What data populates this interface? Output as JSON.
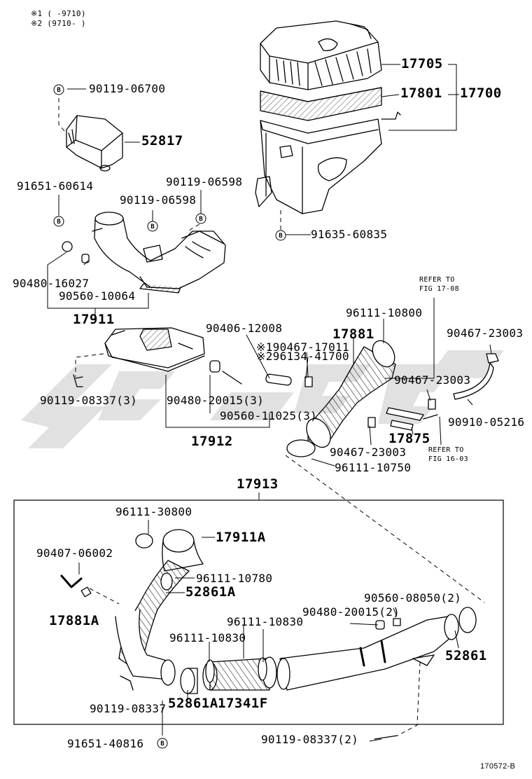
{
  "notes": {
    "note1": "※1 (    -9710)",
    "note2": "※2 (9710-    )"
  },
  "figure_code": "170572-B",
  "bolt_marker": "B",
  "refs": {
    "fig_17_08_line1": "REFER TO",
    "fig_17_08_line2": "FIG 17-08",
    "fig_16_03_line1": "REFER TO",
    "fig_16_03_line2": "FIG 16-03"
  },
  "parts": {
    "p17705": "17705",
    "p17801": "17801",
    "p17700": "17700",
    "p90119_06700": "90119-06700",
    "p52817": "52817",
    "p91651_60614": "91651-60614",
    "p90119_06598a": "90119-06598",
    "p90119_06598b": "90119-06598",
    "p91635_60835": "91635-60835",
    "p90480_16027": "90480-16027",
    "p90560_10064": "90560-10064",
    "p17911": "17911",
    "p96111_10800": "96111-10800",
    "p17881": "17881",
    "p90467_23003a": "90467-23003",
    "p90406_12008": "90406-12008",
    "p90467_17011": "※190467-17011",
    "p96134_41700": "※296134-41700",
    "p90467_23003b": "90467-23003",
    "p90119_08337_3": "90119-08337(3)",
    "p90480_20015_3": "90480-20015(3)",
    "p90560_11025_3": "90560-11025(3)",
    "p90910_05216": "90910-05216",
    "p17912": "17912",
    "p17875": "17875",
    "p90467_23003c": "90467-23003",
    "p96111_10750": "96111-10750",
    "p17913": "17913",
    "p96111_30800": "96111-30800",
    "p17911A": "17911A",
    "p90407_06002": "90407-06002",
    "p96111_10780": "96111-10780",
    "p52861A_top": "52861A",
    "p17881A": "17881A",
    "p90560_08050_2": "90560-08050(2)",
    "p90480_20015_2": "90480-20015(2)",
    "p96111_10830a": "96111-10830",
    "p96111_10830b": "96111-10830",
    "p52861": "52861",
    "p90119_08337": "90119-08337",
    "p52861A_bottom": "52861A",
    "p17341F": "17341F",
    "p91651_40816": "91651-40816",
    "p90119_08337_2": "90119-08337(2)"
  }
}
